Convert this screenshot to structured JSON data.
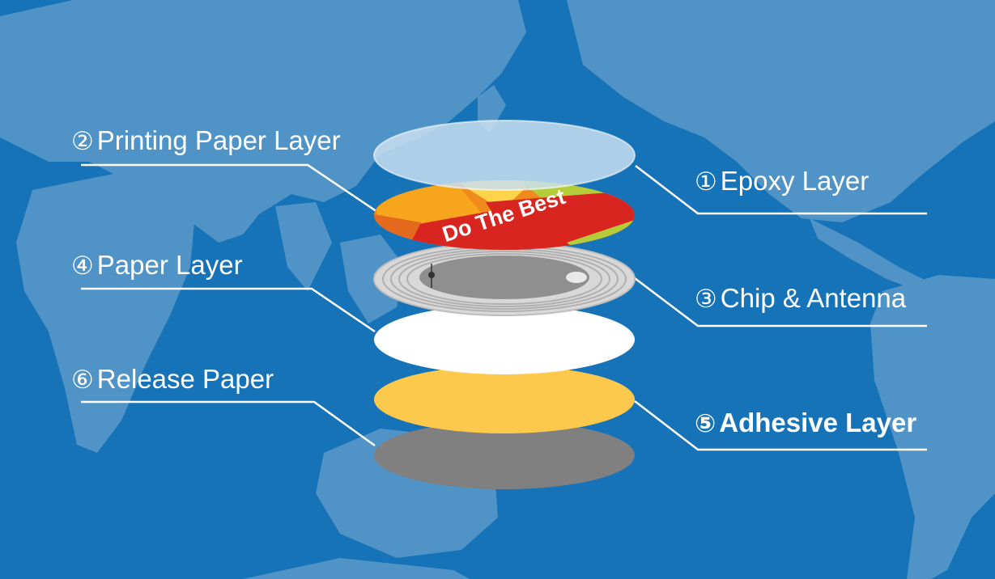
{
  "background_color": "#1673b8",
  "layers": [
    {
      "number": "①",
      "name": "Epoxy Layer",
      "color": "#c9dff0"
    },
    {
      "number": "②",
      "name": "Printing Paper Layer",
      "print_text": "Do The Best"
    },
    {
      "number": "③",
      "name": "Chip & Antenna",
      "color": "#cfcfcf"
    },
    {
      "number": "④",
      "name": "Paper Layer",
      "color": "#ffffff"
    },
    {
      "number": "⑤",
      "name": "Adhesive Layer",
      "color": "#fdc94d"
    },
    {
      "number": "⑥",
      "name": "Release Paper",
      "color": "#808080"
    }
  ]
}
